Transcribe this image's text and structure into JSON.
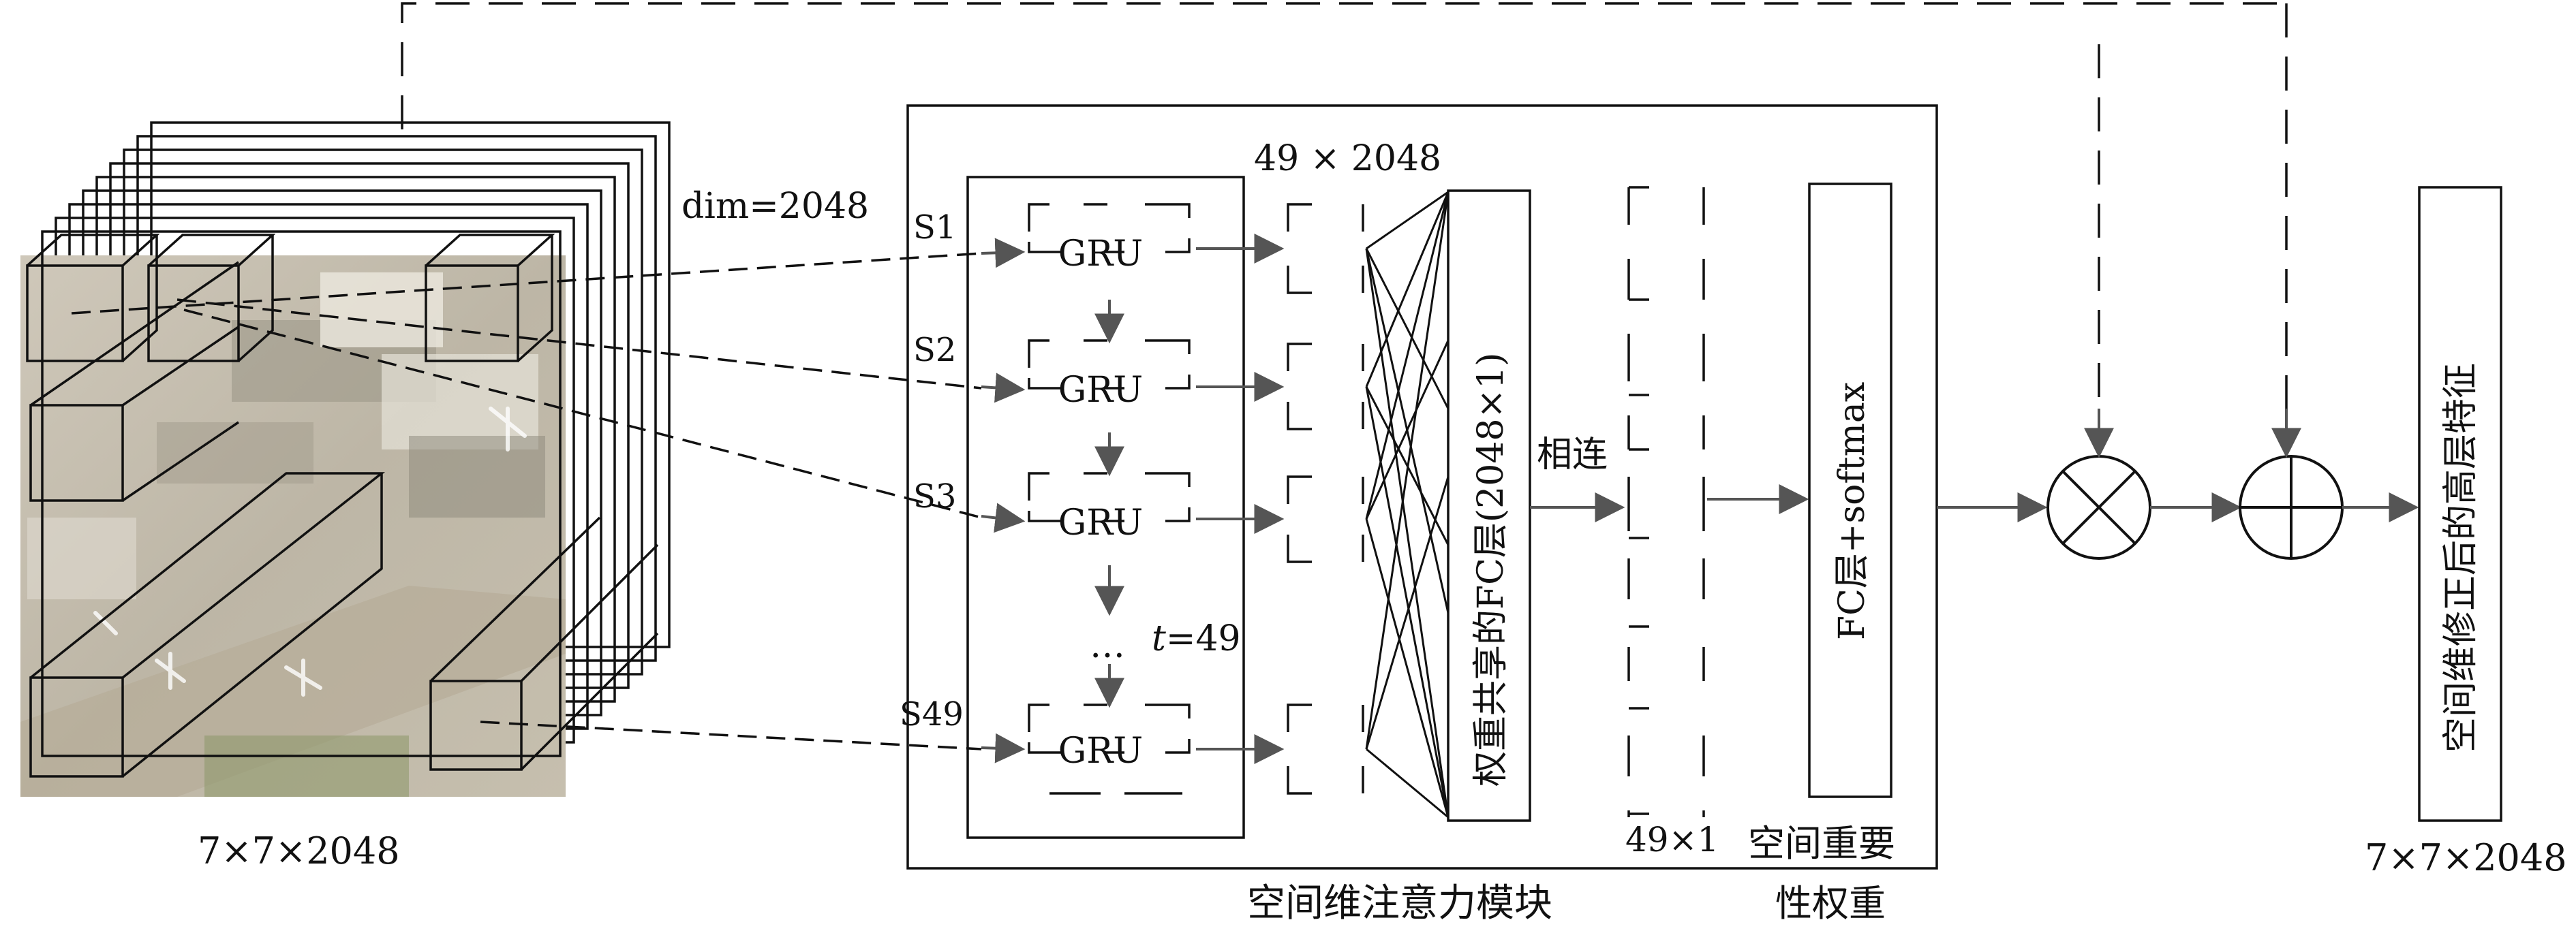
{
  "colors": {
    "stroke": "#111111",
    "arrow": "#555555",
    "aerial_base": "#c9c2b3"
  },
  "feature_map": {
    "dim_label": "dim=2048",
    "size_label": "7×7×2048",
    "image": "aerial-airport-photo"
  },
  "sequence_inputs": [
    "S1",
    "S2",
    "S3",
    "S49"
  ],
  "gru": {
    "label": "GRU",
    "ellipsis": "…",
    "t_var": "t",
    "t_value": "=49"
  },
  "hidden_dims_label": "49 × 2048",
  "shared_fc_label": "权重共享的FC层(2048×1)",
  "concat_label": "相连",
  "concat_vector_label": "49×1",
  "fc_softmax_label": "FC层+softmax",
  "weight_label": [
    "空间重要",
    "性权重"
  ],
  "module_caption": "空间维注意力模块",
  "ops": {
    "multiply": "multiply-icon",
    "add": "add-icon"
  },
  "output": {
    "label": "空间维修正后的高层特征",
    "size_label": "7×7×2048"
  }
}
